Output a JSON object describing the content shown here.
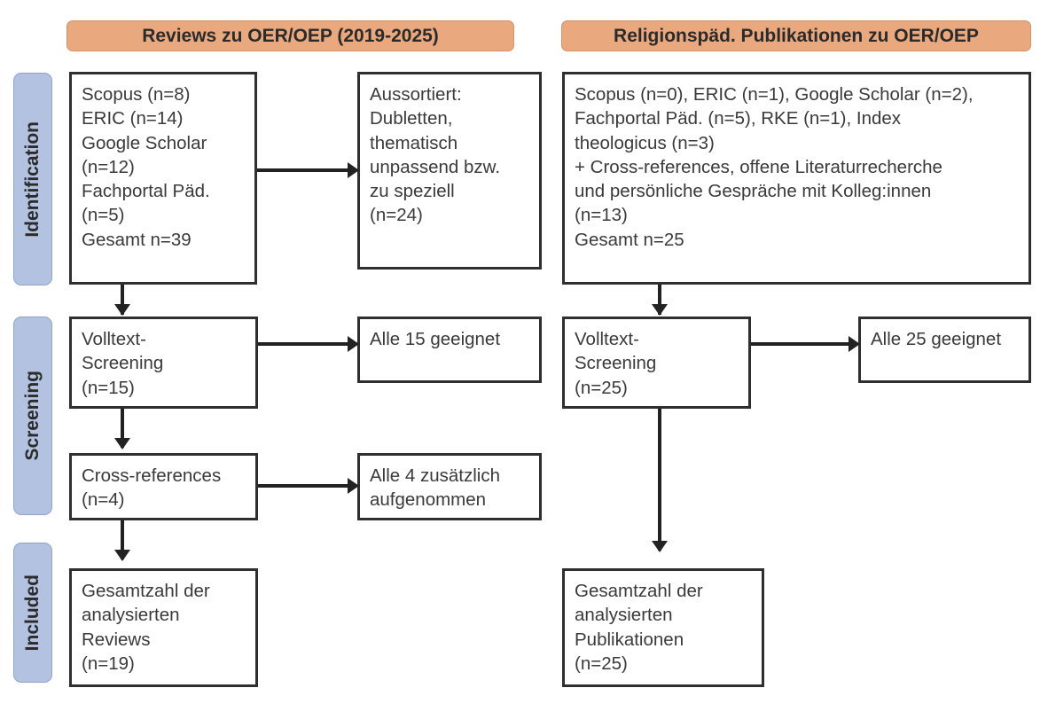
{
  "figure": {
    "type": "prisma-flow-diagram",
    "stages": [
      {
        "id": "identification",
        "label": "Identification"
      },
      {
        "id": "screening",
        "label": "Screening"
      },
      {
        "id": "included",
        "label": "Included"
      }
    ],
    "columns": [
      {
        "id": "reviews",
        "header": "Reviews zu OER/OEP (2019-2025)"
      },
      {
        "id": "religionspaed",
        "header": "Religionspäd. Publikationen zu OER/OEP"
      }
    ],
    "colors": {
      "stage_bar": "#b2c2e0",
      "stage_bar_border": "#8fa3cc",
      "column_header": "#eaa87e",
      "column_header_border": "#d4926a",
      "box_border": "#2f2f2f",
      "text": "#3a3a3a",
      "connector": "#222222",
      "background": "#ffffff"
    },
    "boxes": {
      "left_identification": "Scopus (n=8)\nERIC (n=14)\nGoogle Scholar\n(n=12)\nFachportal Päd.\n(n=5)\nGesamt n=39",
      "left_excluded": "Aussortiert:\nDubletten,\nthematisch\nunpassend bzw.\nzu speziell\n(n=24)",
      "left_fulltext": "Volltext-\nScreening\n(n=15)",
      "left_fulltext_result": "Alle 15 geeignet",
      "left_crossrefs": "Cross-references\n(n=4)",
      "left_crossrefs_result": "Alle 4 zusätzlich\naufgenommen",
      "left_included": "Gesamtzahl der\nanalysierten\nReviews\n(n=19)",
      "right_identification": "Scopus (n=0), ERIC (n=1), Google Scholar (n=2),\nFachportal Päd. (n=5), RKE (n=1), Index\ntheologicus (n=3)\n+ Cross-references, offene Literaturrecherche\nund persönliche Gespräche mit Kolleg:innen\n(n=13)\nGesamt n=25",
      "right_fulltext": "Volltext-\nScreening\n(n=25)",
      "right_fulltext_result": "Alle 25 geeignet",
      "right_included": "Gesamtzahl der\nanalysierten\nPublikationen\n(n=25)"
    },
    "counts": {
      "left_scopus": 8,
      "left_eric": 14,
      "left_google_scholar": 12,
      "left_fachportal": 5,
      "left_total": 39,
      "left_excluded": 24,
      "left_fulltext_screening": 15,
      "left_fulltext_eligible": 15,
      "left_crossrefs": 4,
      "left_crossrefs_added": 4,
      "left_included_total": 19,
      "right_scopus": 0,
      "right_eric": 1,
      "right_google_scholar": 2,
      "right_fachportal": 5,
      "right_rke": 1,
      "right_index_theologicus": 3,
      "right_other_sources": 13,
      "right_total": 25,
      "right_fulltext_screening": 25,
      "right_fulltext_eligible": 25,
      "right_included_total": 25
    }
  }
}
